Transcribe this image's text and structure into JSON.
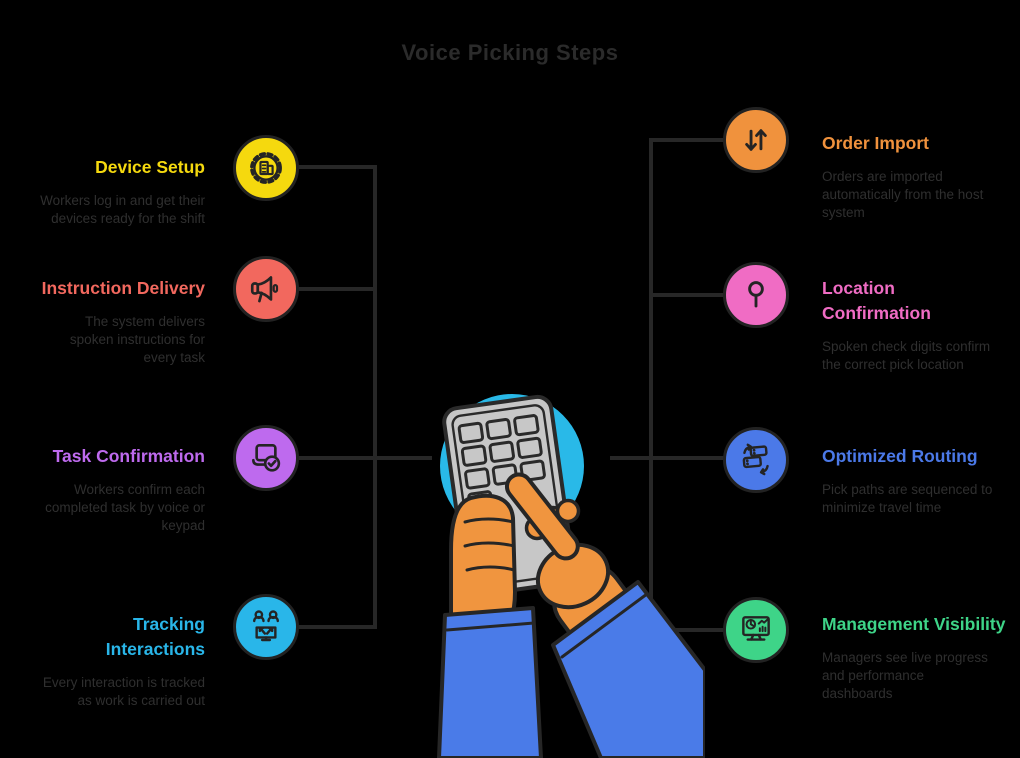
{
  "title": "Voice Picking Steps",
  "colors": {
    "background": "#000000",
    "connector": "#272727",
    "muted_text": "#2f2f2f",
    "title_text": "#2b2b2b",
    "device_gray": "#c7c7c7",
    "hand_orange": "#f0953f",
    "sleeve_blue": "#4a7be8",
    "spotlight_cyan": "#29b9e8"
  },
  "left_items": [
    {
      "label": "Device Setup",
      "color": "#f5d90e",
      "icon": "gear-icon",
      "description": "Workers log in and get their devices ready for the shift"
    },
    {
      "label": "Instruction Delivery",
      "color": "#f2685e",
      "icon": "megaphone-icon",
      "description": "The system delivers spoken instructions for every task"
    },
    {
      "label": "Task Confirmation",
      "color": "#be6aee",
      "icon": "laptop-check-icon",
      "description": "Workers confirm each completed task by voice or keypad"
    },
    {
      "label": "Tracking Interactions",
      "color": "#29b6e9",
      "icon": "people-share-icon",
      "description": "Every interaction is tracked as work is carried out"
    }
  ],
  "right_items": [
    {
      "label": "Order Import",
      "color": "#f0923d",
      "icon": "arrows-updown-icon",
      "description": "Orders are imported automatically from the host system"
    },
    {
      "label": "Location Confirmation",
      "color": "#f06cc4",
      "icon": "pin-icon",
      "description": "Spoken check digits confirm the correct pick location"
    },
    {
      "label": "Optimized Routing",
      "color": "#4b79e8",
      "icon": "sync-exchange-icon",
      "description": "Pick paths are sequenced to minimize travel time"
    },
    {
      "label": "Management Visibility",
      "color": "#3ed488",
      "icon": "dashboard-monitor-icon",
      "description": "Managers see live progress and performance dashboards"
    }
  ],
  "center": {
    "illustration": "hands-using-keypad-device"
  }
}
